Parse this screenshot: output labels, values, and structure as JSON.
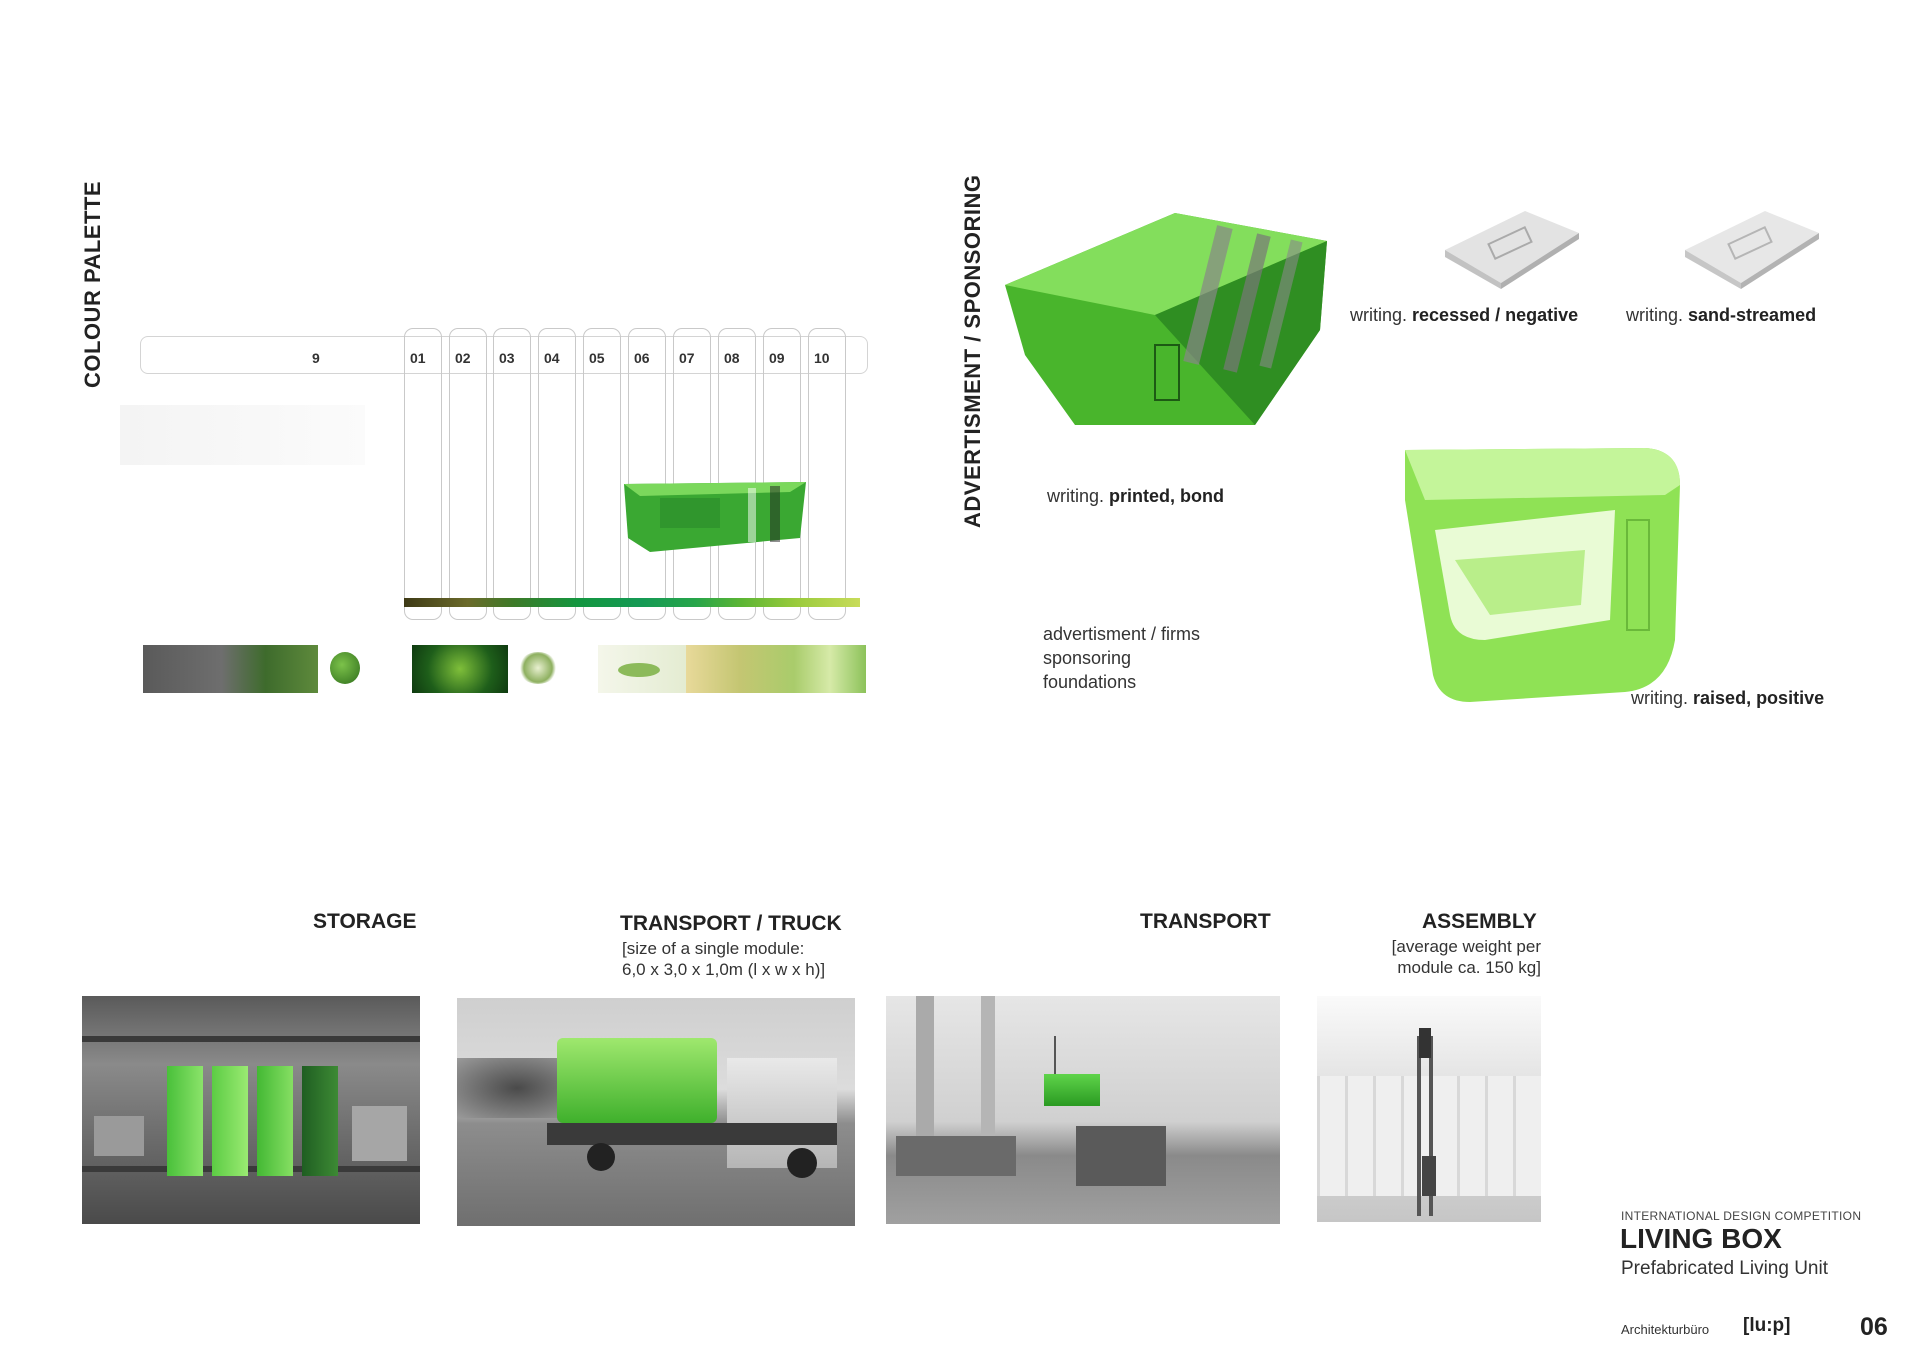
{
  "colour_palette": {
    "title": "COLOUR PALETTE",
    "header_label": "9",
    "numbers": [
      "01",
      "02",
      "03",
      "04",
      "05",
      "06",
      "07",
      "08",
      "09",
      "10"
    ],
    "swatch_colors": [
      "#4a4418",
      "#6b6a2a",
      "#3d7a28",
      "#2f8b3a",
      "#13963f",
      "#159a55",
      "#27a54a",
      "#5cb534",
      "#9acb3c",
      "#c8dc5a"
    ]
  },
  "advertisment": {
    "title": "ADVERTISMENT / SPONSORING",
    "printed": {
      "prefix": "writing.",
      "bold": "printed, bond"
    },
    "recessed": {
      "prefix": "writing.",
      "bold": "recessed / negative"
    },
    "sand": {
      "prefix": "writing.",
      "bold": "sand-streamed"
    },
    "raised": {
      "prefix": "writing.",
      "bold": "raised, positive"
    },
    "list": [
      "advertisment / firms",
      "sponsoring",
      "foundations"
    ]
  },
  "sections": {
    "storage": {
      "title": "STORAGE"
    },
    "truck": {
      "title": "TRANSPORT / TRUCK",
      "sub1": "[size of a single module:",
      "sub2": "6,0 x 3,0 x 1,0m (l x w x h)]"
    },
    "transport": {
      "title": "TRANSPORT"
    },
    "assembly": {
      "title": "ASSEMBLY",
      "sub1": "[average weight per",
      "sub2": "module ca. 150 kg]"
    }
  },
  "footer": {
    "competition": "INTERNATIONAL DESIGN COMPETITION",
    "title": "LIVING BOX",
    "subtitle": "Prefabricated Living Unit",
    "office": "Architekturbüro",
    "brand": "[lu:p]",
    "page": "06"
  }
}
